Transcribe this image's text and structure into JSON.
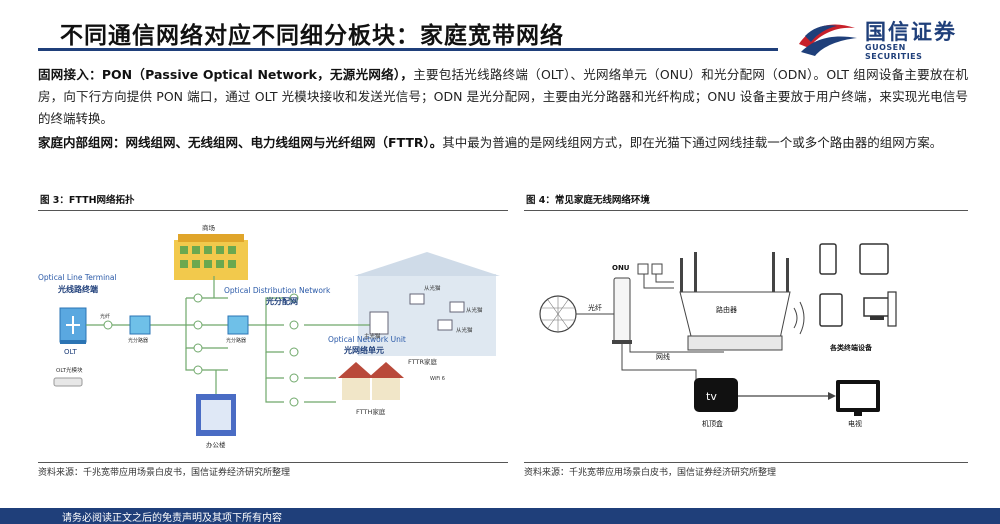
{
  "header": {
    "title": "不同通信网络对应不同细分板块：家庭宽带网络",
    "logo_cn": "国信证券",
    "logo_en": "GUOSEN SECURITIES"
  },
  "paragraphs": {
    "p1_bold": "固网接入：PON（Passive Optical Network，无源光网络），",
    "p1_text": "主要包括光线路终端（OLT）、光网络单元（ONU）和光分配网（ODN）。OLT 组网设备主要放在机房，向下行方向提供 PON 端口，通过 OLT 光模块接收和发送光信号；ODN 是光分配网，主要由光分路器和光纤构成；ONU 设备主要放于用户终端，来实现光电信号的终端转换。",
    "p2_bold": "家庭内部组网：网线组网、无线组网、电力线组网与光纤组网（FTTR）。",
    "p2_text": "其中最为普遍的是网线组网方式，即在光猫下通过网线挂载一个或多个路由器的组网方案。"
  },
  "figure3": {
    "heading": "图 3：FTTH网络拓扑",
    "source": "资料来源：千兆宽带应用场景白皮书，国信证券经济研究所整理",
    "labels": {
      "olt_en": "Optical Line Terminal",
      "olt_cn": "光线路终端",
      "olt": "OLT",
      "olt_module": "OLT光模块",
      "mall": "商场",
      "odn_en": "Optical Distribution Network",
      "odn_cn": "光分配网",
      "onu_en": "Optical Network Unit",
      "onu_cn": "光网络单元",
      "fttr_home": "FTTR家庭",
      "ftth_home": "FTTH家庭",
      "office": "办公楼",
      "splitter": "光分路器",
      "fiber": "光纤",
      "main_gw": "主光猫",
      "sub_gw": "从光猫",
      "wifi": "WiFi 6"
    }
  },
  "figure4": {
    "heading": "图 4：常见家庭无线网络环境",
    "source": "资料来源：千兆宽带应用场景白皮书，国信证券经济研究所整理",
    "labels": {
      "onu": "ONU",
      "fiber": "光纤",
      "router": "路由器",
      "cable": "网线",
      "devices": "各类终端设备",
      "stb": "机顶盒",
      "stb_screen": "tv",
      "tv": "电视"
    }
  },
  "footer": {
    "disclaimer": "请务必阅读正文之后的免责声明及其项下所有内容"
  },
  "colors": {
    "brand": "#1f3f7a",
    "logo_red": "#c8202a",
    "line_green": "#6fa86a",
    "splitter_blue": "#4aa0d8"
  }
}
